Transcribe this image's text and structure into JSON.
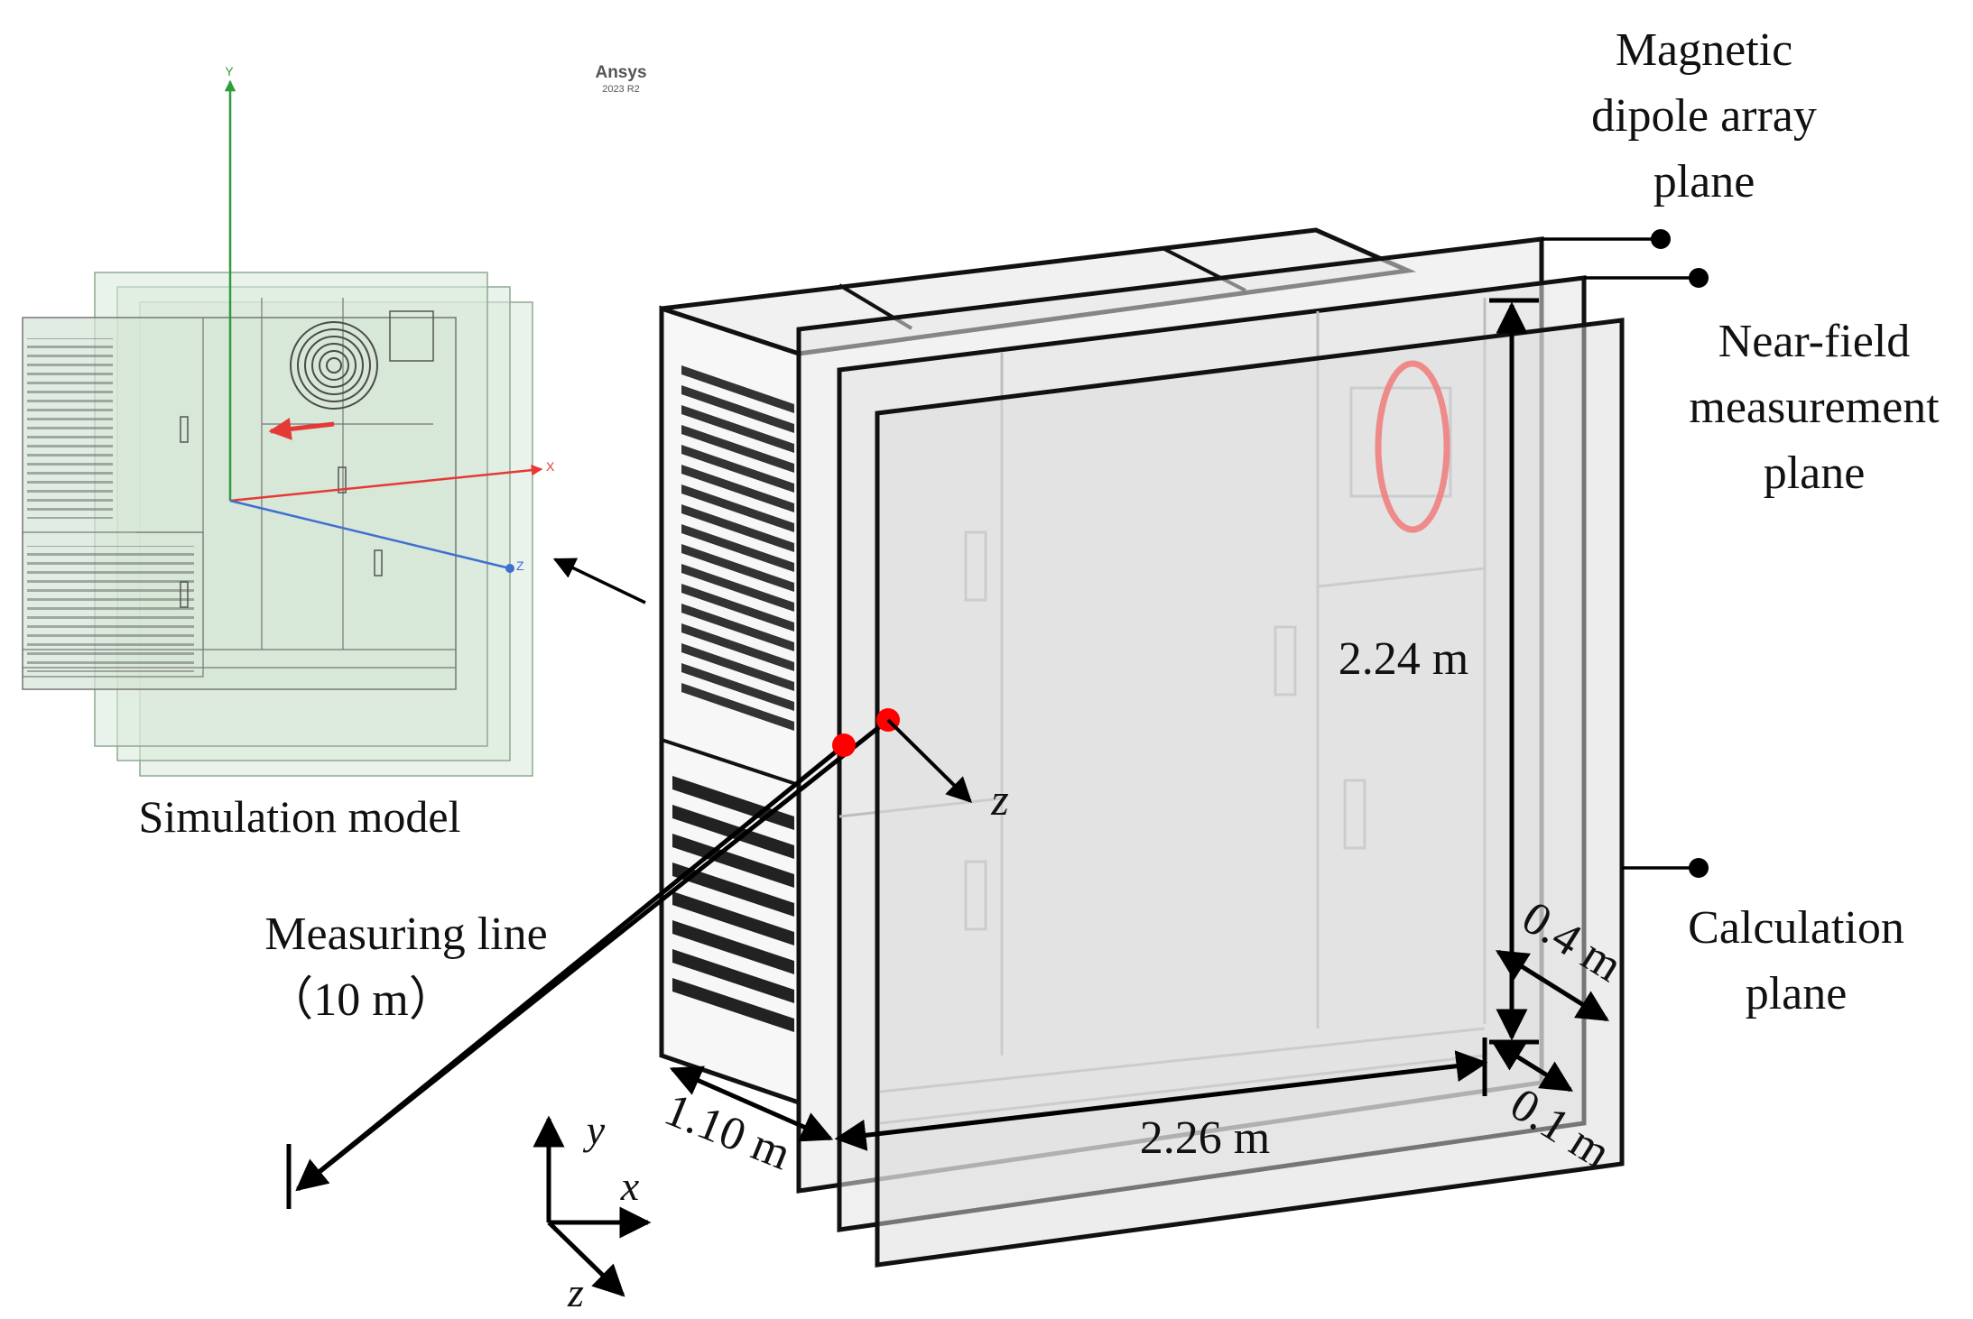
{
  "watermark": {
    "brand": "Ansys",
    "version": "2023 R2"
  },
  "sim_axes": {
    "x": "X",
    "y": "Y",
    "z": "Z"
  },
  "captions": {
    "simulation_model": "Simulation model",
    "magnetic_plane": [
      "Magnetic",
      "dipole array",
      "plane"
    ],
    "near_field_plane": [
      "Near-field",
      "measurement",
      "plane"
    ],
    "calculation_plane": [
      "Calculation",
      "plane"
    ],
    "measuring_line": [
      "Measuring line",
      "（10 m）"
    ]
  },
  "dimensions": {
    "height": "2.24 m",
    "width": "2.26 m",
    "depth": "1.10 m",
    "gap_near_field": "0.4 m",
    "gap_calculation": "0.1 m"
  },
  "axes": {
    "x": "x",
    "y": "y",
    "z": "z",
    "local_z": "z"
  },
  "colors": {
    "sim_fill": "#d9eadb",
    "plane_fill": "#e3e3e3",
    "measure_point": "#ff0000",
    "coil": "#f08080",
    "axis_x": "#e53935",
    "axis_y": "#2e9d3a",
    "axis_z": "#3f6fd1"
  }
}
